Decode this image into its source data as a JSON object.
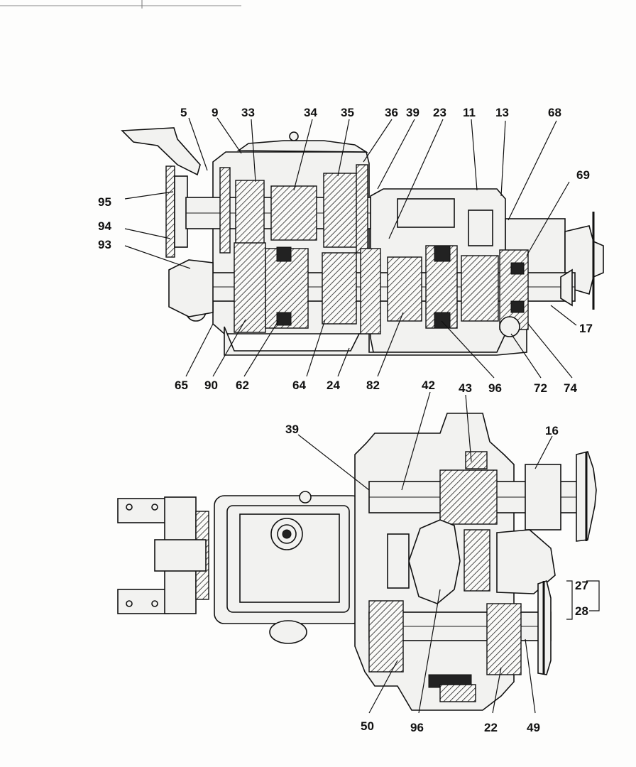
{
  "callouts_top": [
    "5",
    "9",
    "33",
    "34",
    "35",
    "36",
    "39",
    "23",
    "11",
    "13",
    "68",
    "69",
    "95",
    "94",
    "93",
    "17",
    "65",
    "90",
    "62",
    "64",
    "24",
    "82",
    "96",
    "72",
    "74"
  ],
  "callouts_bottom": [
    "42",
    "43",
    "39",
    "16",
    "27",
    "28",
    "50",
    "96",
    "22",
    "49"
  ]
}
